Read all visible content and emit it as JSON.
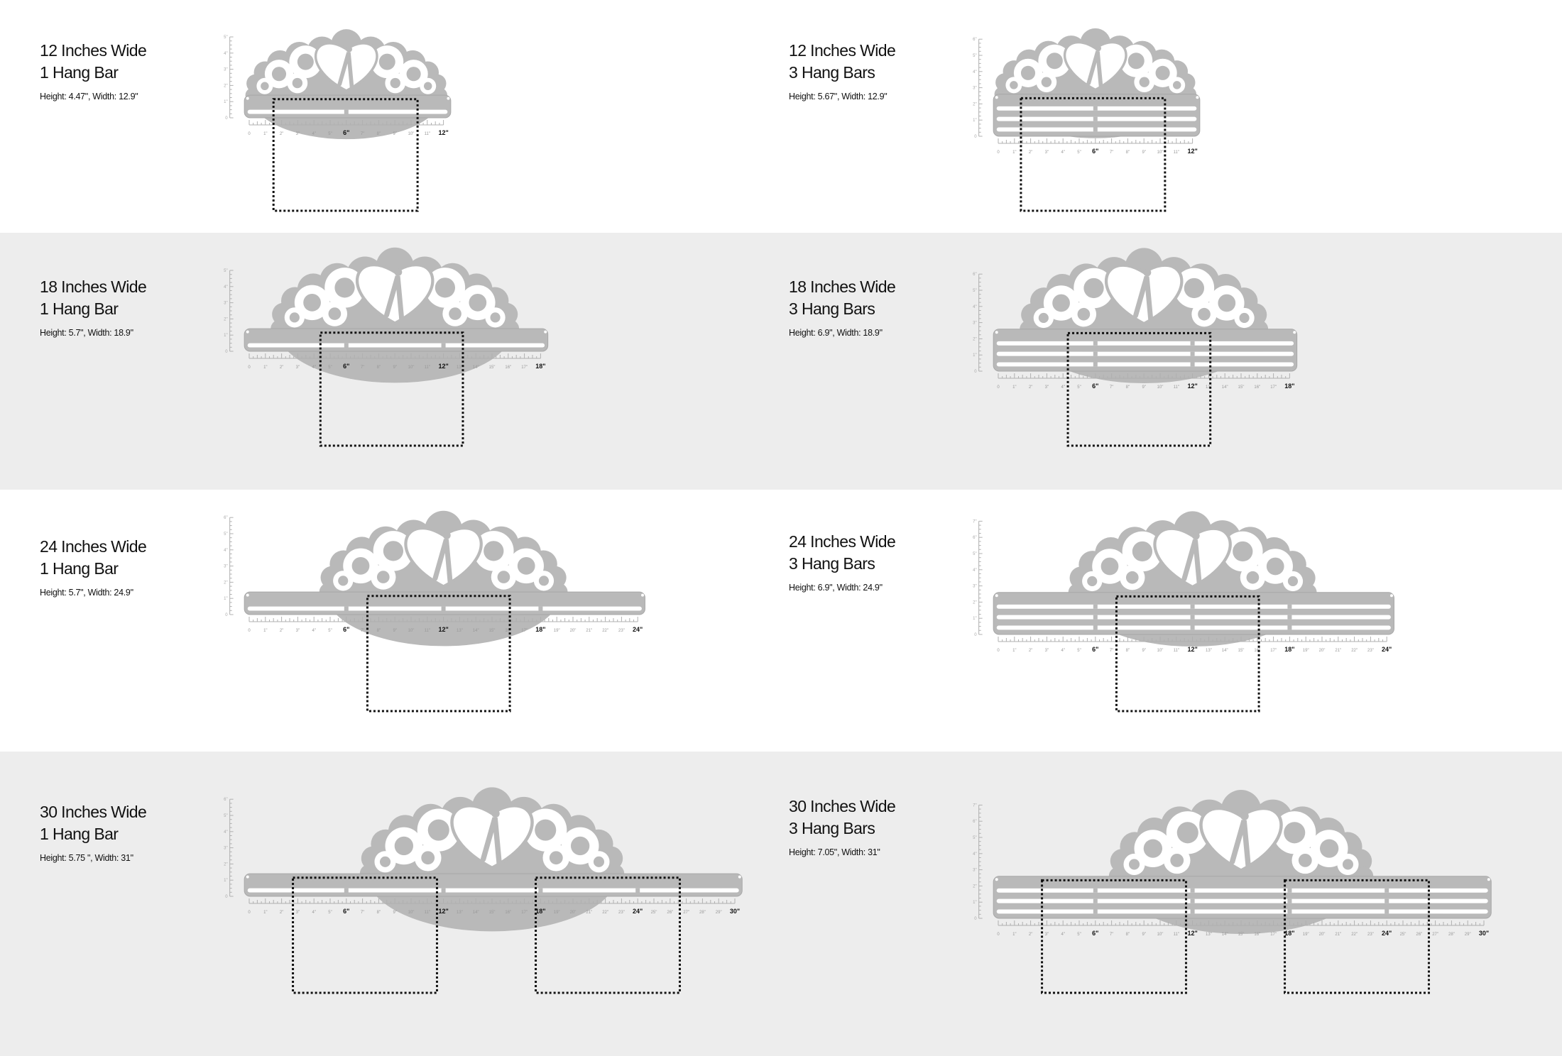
{
  "colors": {
    "metal": "#b9b9b9",
    "metal_dark": "#a8a8a8",
    "ruler": "#b0b0b0",
    "box": "#111111",
    "band_gray": "#ededed"
  },
  "panels": [
    {
      "title": "12 Inches Wide",
      "subtitle": "1 Hang Bar",
      "dims": "Height: 4.47\",  Width: 12.9\"",
      "width_in": 12,
      "bars": 1,
      "vruler_max": 5,
      "boxes_in": [
        [
          1.5,
          10.4
        ]
      ]
    },
    {
      "title": "12 Inches Wide",
      "subtitle": "3 Hang Bars",
      "dims": "Height: 5.67\",  Width: 12.9\"",
      "width_in": 12,
      "bars": 3,
      "vruler_max": 6,
      "boxes_in": [
        [
          1.4,
          10.3
        ]
      ]
    },
    {
      "title": "18 Inches Wide",
      "subtitle": "1 Hang Bar",
      "dims": "Height: 5.7\",  Width: 18.9\"",
      "width_in": 18,
      "bars": 1,
      "vruler_max": 5,
      "boxes_in": [
        [
          4.4,
          13.2
        ]
      ]
    },
    {
      "title": "18 Inches Wide",
      "subtitle": "3 Hang Bars",
      "dims": "Height: 6.9\",  Width: 18.9\"",
      "width_in": 18,
      "bars": 3,
      "vruler_max": 6,
      "boxes_in": [
        [
          4.3,
          13.1
        ]
      ]
    },
    {
      "title": "24 Inches Wide",
      "subtitle": "1 Hang Bar",
      "dims": "Height: 5.7\",  Width: 24.9\"",
      "width_in": 24,
      "bars": 1,
      "vruler_max": 6,
      "boxes_in": [
        [
          7.3,
          16.1
        ]
      ]
    },
    {
      "title": "24 Inches Wide",
      "subtitle": "3 Hang Bars",
      "dims": "Height: 6.9\",  Width: 24.9\"",
      "width_in": 24,
      "bars": 3,
      "vruler_max": 7,
      "boxes_in": [
        [
          7.3,
          16.1
        ]
      ]
    },
    {
      "title": "30 Inches Wide",
      "subtitle": "1 Hang Bar",
      "dims": "Height: 5.75 \",  Width: 31\"",
      "width_in": 30,
      "bars": 1,
      "vruler_max": 6,
      "boxes_in": [
        [
          2.7,
          11.6
        ],
        [
          17.7,
          26.6
        ]
      ]
    },
    {
      "title": "30 Inches Wide",
      "subtitle": "3 Hang Bars",
      "dims": "Height: 7.05\",  Width: 31\"",
      "width_in": 30,
      "bars": 3,
      "vruler_max": 7,
      "boxes_in": [
        [
          2.7,
          11.6
        ],
        [
          17.7,
          26.6
        ]
      ]
    }
  ]
}
